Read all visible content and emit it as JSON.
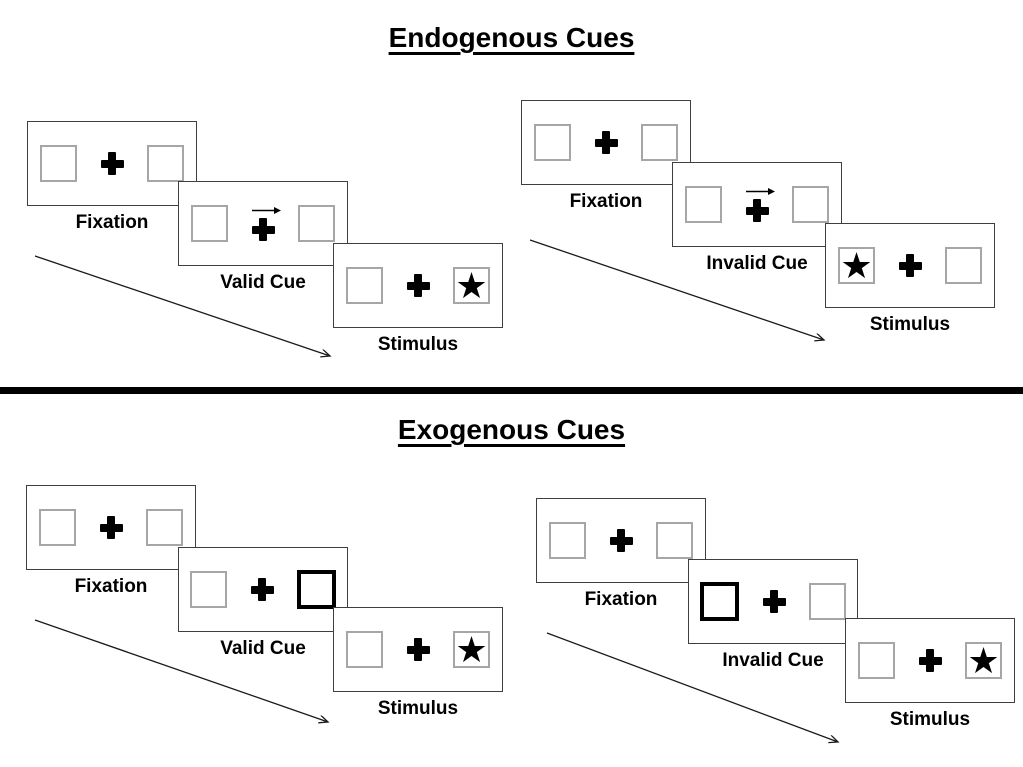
{
  "figure": {
    "description": "Posner spatial cueing paradigm diagram with endogenous and exogenous cue trial sequences",
    "divider": "thick horizontal black rule between sections"
  },
  "icons": {
    "star": "★",
    "fixation_cross": "plus-cross",
    "endogenous_cue": "right-arrow",
    "exogenous_cue": "bold-outlined-box",
    "timeline": "diagonal-arrow-down-right"
  },
  "colors": {
    "background": "#ffffff",
    "ink": "#000000",
    "panel_border": "#3f3f3f",
    "box_border": "#a6a6a6",
    "cue_box_border": "#000000"
  },
  "sections": [
    {
      "title": "Endogenous Cues",
      "sequences": [
        {
          "name": "valid",
          "panels": [
            {
              "label": "Fixation",
              "type": "fixation"
            },
            {
              "label": "Valid Cue",
              "type": "cue",
              "cue_icon": "right-arrow",
              "cued_side": "right"
            },
            {
              "label": "Stimulus",
              "type": "stimulus",
              "star_side": "right"
            }
          ]
        },
        {
          "name": "invalid",
          "panels": [
            {
              "label": "Fixation",
              "type": "fixation"
            },
            {
              "label": "Invalid Cue",
              "type": "cue",
              "cue_icon": "right-arrow",
              "cued_side": "right"
            },
            {
              "label": "Stimulus",
              "type": "stimulus",
              "star_side": "left"
            }
          ]
        }
      ]
    },
    {
      "title": "Exogenous Cues",
      "sequences": [
        {
          "name": "valid",
          "panels": [
            {
              "label": "Fixation",
              "type": "fixation"
            },
            {
              "label": "Valid Cue",
              "type": "cue",
              "cue_icon": "bold-box",
              "cued_side": "right"
            },
            {
              "label": "Stimulus",
              "type": "stimulus",
              "star_side": "right"
            }
          ]
        },
        {
          "name": "invalid",
          "panels": [
            {
              "label": "Fixation",
              "type": "fixation"
            },
            {
              "label": "Invalid Cue",
              "type": "cue",
              "cue_icon": "bold-box",
              "cued_side": "left"
            },
            {
              "label": "Stimulus",
              "type": "stimulus",
              "star_side": "right"
            }
          ]
        }
      ]
    }
  ]
}
